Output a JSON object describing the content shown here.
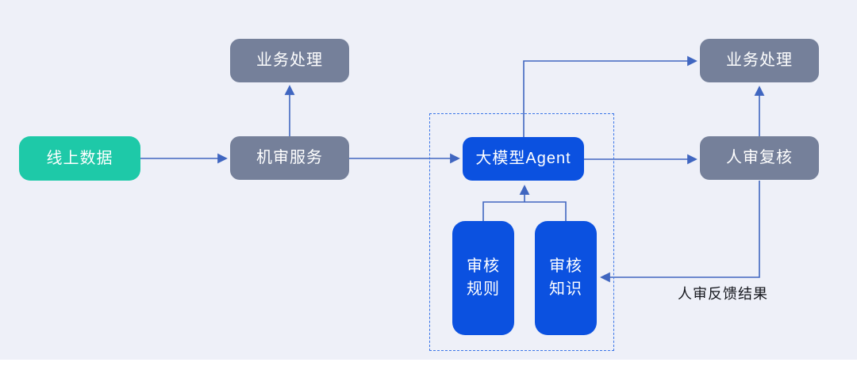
{
  "diagram": {
    "title_hint": "moderation-flow-diagram",
    "nodes": {
      "online_data": {
        "label": "线上数据",
        "color": "#1EC9A8"
      },
      "machine_review": {
        "label": "机审服务",
        "color": "#75809A"
      },
      "business_left": {
        "label": "业务处理",
        "color": "#75809A"
      },
      "agent": {
        "label": "大模型Agent",
        "color": "#0B51E0"
      },
      "review_rules": {
        "label": "审核\n规则",
        "color": "#0B51E0"
      },
      "review_knowledge": {
        "label": "审核\n知识",
        "color": "#0B51E0"
      },
      "human_review": {
        "label": "人审复核",
        "color": "#75809A"
      },
      "business_right": {
        "label": "业务处理",
        "color": "#75809A"
      }
    },
    "annotations": {
      "feedback_label": "人审反馈结果"
    },
    "edges": [
      {
        "from": "online_data",
        "to": "machine_review",
        "arrow": true
      },
      {
        "from": "machine_review",
        "to": "business_left",
        "arrow": true
      },
      {
        "from": "machine_review",
        "to": "agent",
        "arrow": true
      },
      {
        "from": "agent",
        "to": "business_right",
        "arrow": true
      },
      {
        "from": "agent",
        "to": "human_review",
        "arrow": true
      },
      {
        "from": "human_review",
        "to": "business_right",
        "arrow": true
      },
      {
        "from": "human_review",
        "to": "review_knowledge",
        "arrow": true,
        "label": "人审反馈结果"
      },
      {
        "from": "review_rules",
        "to": "agent",
        "arrow": true
      },
      {
        "from": "review_knowledge",
        "to": "agent",
        "arrow": true
      }
    ],
    "colors": {
      "background": "#EEF0F8",
      "node_text": "#FFFFFF",
      "connector": "#4066C0",
      "dashed_border": "#3B76E8",
      "annotation_text": "#14161C"
    }
  }
}
